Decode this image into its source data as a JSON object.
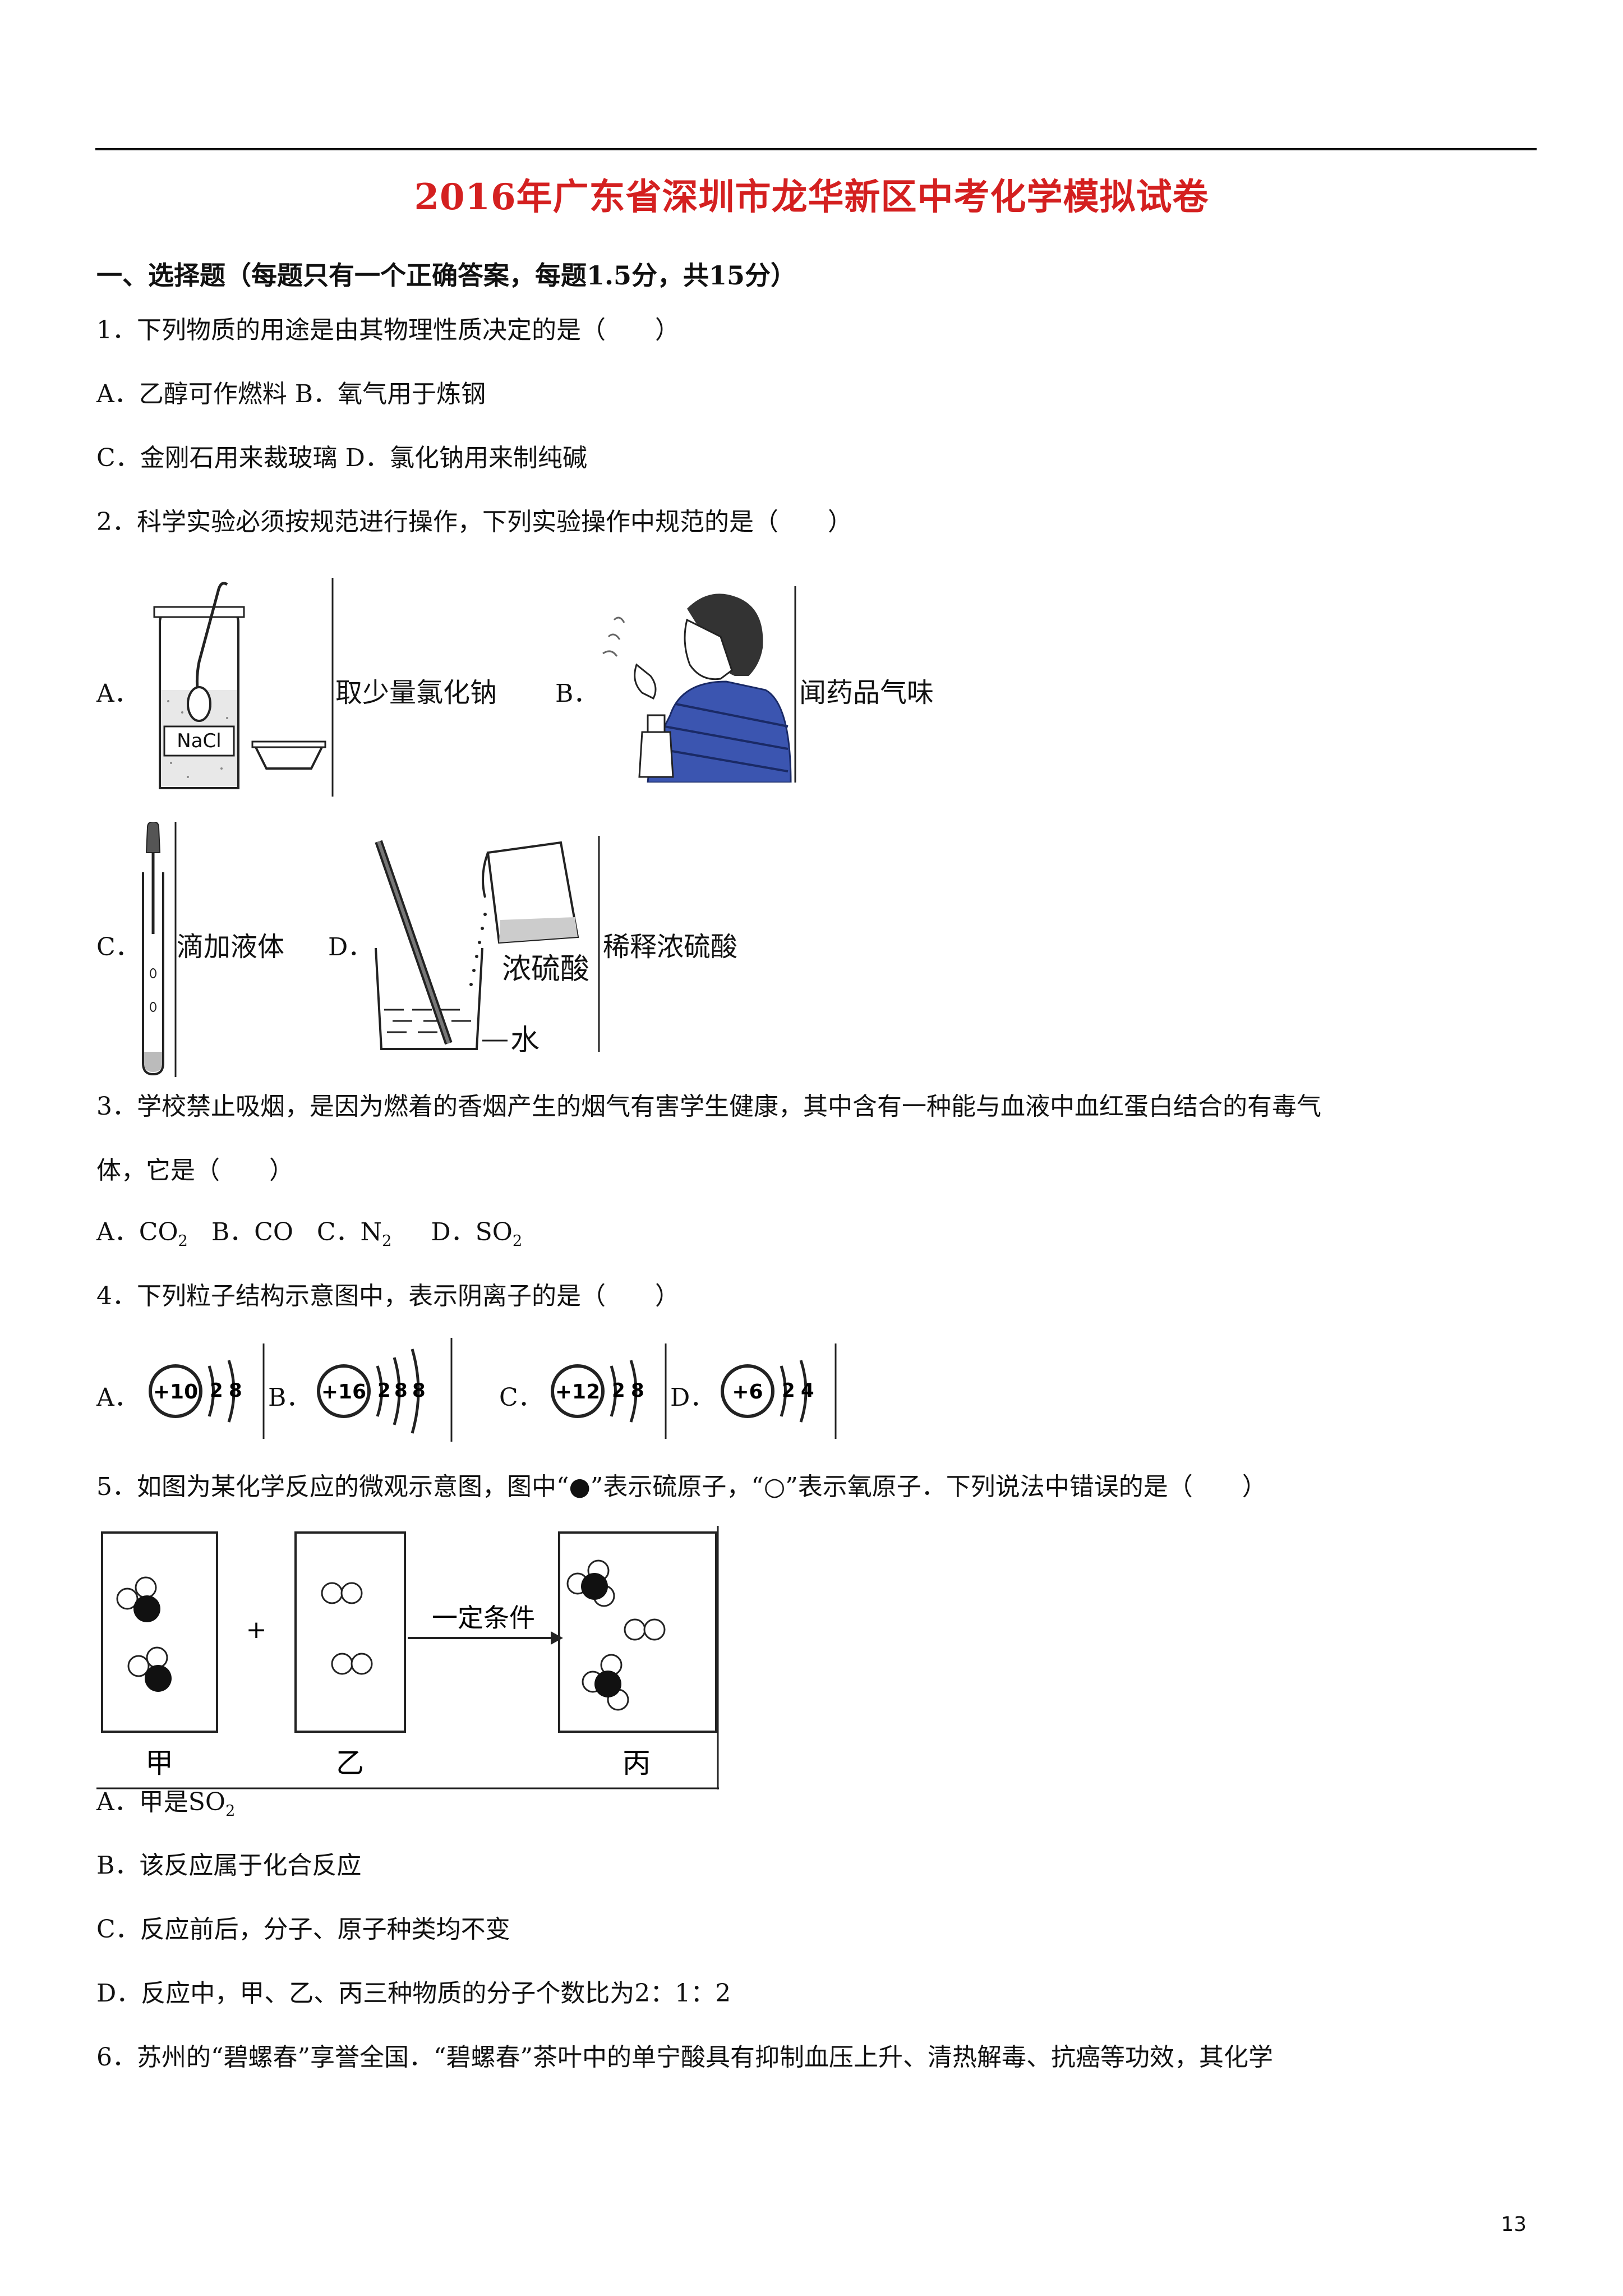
{
  "title": "2016年广东省深圳市龙华新区中考化学模拟试卷",
  "section": "一、选择题（每题只有一个正确答案，每题1.5分，共15分）",
  "q1": {
    "stem": "1．下列物质的用途是由其物理性质决定的是（　　）",
    "opt_a": "A．乙醇可作燃料",
    "opt_b": "B．氧气用于炼钢",
    "opt_c": "C．金刚石用来裁玻璃",
    "opt_d": "D．氯化钠用来制纯碱"
  },
  "q2": {
    "stem": "2．科学实验必须按规范进行操作，下列实验操作中规范的是（　　）",
    "a_label": "A．",
    "a_caption": "取少量氯化钠",
    "a_bottle_label": "NaCl",
    "b_label": "B．",
    "b_caption": "闻药品气味",
    "c_label": "C．",
    "c_caption": "滴加液体",
    "d_label": "D．",
    "d_caption": "稀释浓硫酸",
    "d_acid": "浓硫酸",
    "d_water": "水"
  },
  "q3": {
    "stem1": "3．学校禁止吸烟，是因为燃着的香烟产生的烟气有害学生健康，其中含有一种能与血液中血红蛋白结合的有毒气",
    "stem2": "体，它是（　　）",
    "opt_a": "A．CO",
    "opt_a_sub": "2",
    "opt_b": "B．CO",
    "opt_c": "C．N",
    "opt_c_sub": "2",
    "opt_d": "D．SO",
    "opt_d_sub": "2"
  },
  "q4": {
    "stem": "4．下列粒子结构示意图中，表示阴离子的是（　　）",
    "labels": [
      "A．",
      "B．",
      "C．",
      "D．"
    ],
    "nuclei": [
      "+10",
      "+16",
      "+12",
      "+6"
    ],
    "shells": [
      [
        "2",
        "8"
      ],
      [
        "2",
        "8",
        "8"
      ],
      [
        "2",
        "8"
      ],
      [
        "2",
        "4"
      ]
    ]
  },
  "q5": {
    "stem": "5．如图为某化学反应的微观示意图，图中“●”表示硫原子，“○”表示氧原子．下列说法中错误的是（　　）",
    "plus": "+",
    "arrow_text": "一定条件",
    "box_labels": [
      "甲",
      "乙",
      "丙"
    ],
    "opt_a": "A．甲是SO",
    "opt_a_sub": "2",
    "opt_b": "B．该反应属于化合反应",
    "opt_c": "C．反应前后，分子、原子种类均不变",
    "opt_d": "D．反应中，甲、乙、丙三种物质的分子个数比为2：1：2"
  },
  "q6": {
    "stem": "6．苏州的“碧螺春”享誉全国．“碧螺春”茶叶中的单宁酸具有抑制血压上升、清热解毒、抗癌等功效，其化学"
  },
  "page_number": "13"
}
